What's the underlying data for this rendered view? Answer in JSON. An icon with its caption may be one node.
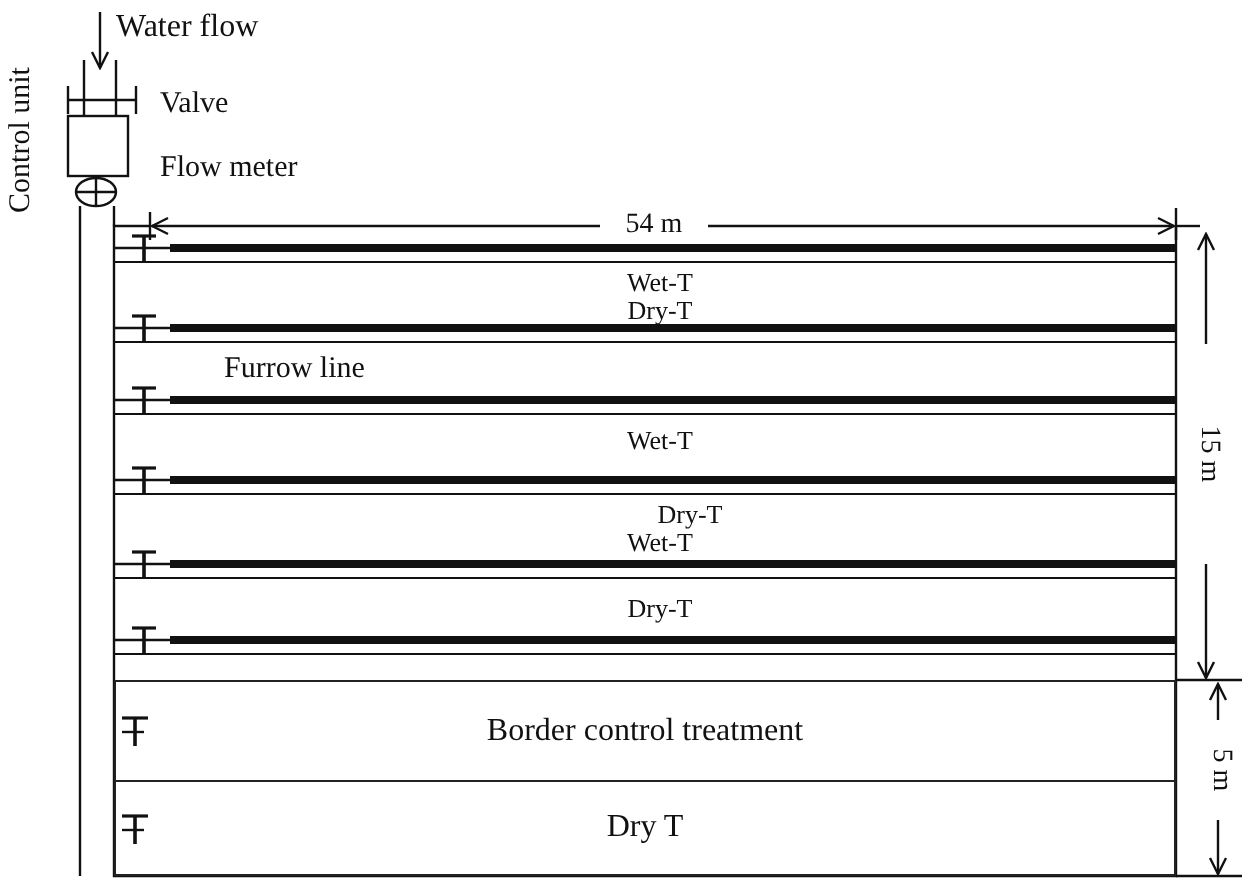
{
  "diagram": {
    "nodes": [
      {
        "text": [
          "Border control treatment"
        ]
      },
      {
        "text": [
          "Dry T"
        ]
      }
    ],
    "labels": [
      "Water flow",
      "Valve",
      "Flow meter",
      "Control unit",
      "54 m",
      "Wet-T",
      "Dry-T",
      "Furrow line",
      "Wet-T",
      "Dry-T",
      "Wet-T",
      "Dry-T",
      "15 m",
      "5 m"
    ]
  }
}
